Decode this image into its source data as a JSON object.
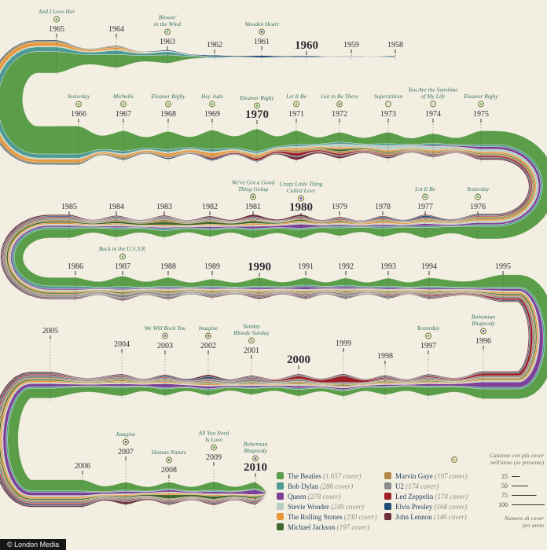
{
  "watermark": "© London Media",
  "colors": {
    "background": "#f3eee2",
    "year_text": "#2e2d33",
    "song_text": "#36755d",
    "legend_name_text": "#1c3d5a",
    "legend_count_text": "#8e8b7e",
    "tick": "#3a382f",
    "annotation_ring": "#707a33"
  },
  "chart_data": {
    "type": "area",
    "variant": "serpentine-streamgraph",
    "title": "",
    "unit": "cover",
    "years_start": 1958,
    "years_end": 2010,
    "row_year_order": [
      [
        1965,
        1964,
        1963,
        1962,
        1961,
        1960,
        1959,
        1958
      ],
      [
        1966,
        1967,
        1968,
        1969,
        1970,
        1971,
        1972,
        1973,
        1974,
        1975
      ],
      [
        1985,
        1984,
        1983,
        1982,
        1981,
        1980,
        1979,
        1978,
        1977,
        1976
      ],
      [
        1986,
        1987,
        1988,
        1989,
        1990,
        1991,
        1992,
        1993,
        1994,
        1995
      ],
      [
        2005,
        2004,
        2003,
        2002,
        2001,
        2000,
        1999,
        1998,
        1997,
        1996
      ],
      [
        2006,
        2007,
        2008,
        2009,
        2010
      ]
    ],
    "series": [
      {
        "name": "The Beatles",
        "color": "#5b9e49",
        "count_label": "(1.657 cover)",
        "values": [
          0,
          0,
          0,
          0,
          0,
          25,
          40,
          65,
          85,
          62,
          55,
          58,
          68,
          42,
          30,
          35,
          30,
          42,
          38,
          32,
          26,
          24,
          26,
          24,
          20,
          20,
          24,
          28,
          26,
          32,
          26,
          22,
          26,
          22,
          22,
          24,
          26,
          38,
          30,
          26,
          22,
          16,
          20,
          18,
          16,
          20,
          26,
          30,
          34,
          24,
          20,
          26,
          20
        ]
      },
      {
        "name": "Bob Dylan",
        "color": "#4d9b94",
        "count_label": "(286 cover)",
        "values": [
          0,
          0,
          0,
          0,
          4,
          10,
          12,
          14,
          12,
          8,
          8,
          8,
          6,
          6,
          6,
          6,
          6,
          6,
          5,
          5,
          5,
          5,
          5,
          5,
          5,
          6,
          5,
          5,
          8,
          6,
          5,
          5,
          5,
          5,
          5,
          5,
          5,
          5,
          5,
          4,
          4,
          4,
          4,
          4,
          4,
          4,
          4,
          5,
          4,
          4,
          4,
          4,
          4
        ]
      },
      {
        "name": "Queen",
        "color": "#7d3f97",
        "count_label": "(278 cover)",
        "values": [
          0,
          0,
          0,
          0,
          0,
          0,
          0,
          0,
          0,
          0,
          0,
          0,
          0,
          0,
          0,
          0,
          3,
          8,
          6,
          7,
          6,
          5,
          12,
          7,
          5,
          4,
          5,
          5,
          4,
          4,
          4,
          4,
          5,
          8,
          6,
          5,
          5,
          6,
          16,
          7,
          5,
          5,
          7,
          5,
          8,
          12,
          7,
          9,
          10,
          7,
          6,
          7,
          14
        ]
      },
      {
        "name": "Stevie Wonder",
        "color": "#b9cec4",
        "count_label": "(249 cover)",
        "values": [
          0,
          0,
          0,
          0,
          0,
          2,
          3,
          3,
          4,
          4,
          4,
          4,
          5,
          6,
          10,
          14,
          12,
          8,
          6,
          5,
          5,
          4,
          5,
          4,
          4,
          4,
          4,
          4,
          4,
          4,
          4,
          3,
          4,
          4,
          4,
          4,
          3,
          4,
          4,
          3,
          3,
          3,
          4,
          3,
          3,
          3,
          4,
          4,
          4,
          3,
          3,
          3,
          3
        ]
      },
      {
        "name": "The Rolling Stones",
        "color": "#e8973a",
        "count_label": "(230 cover)",
        "values": [
          0,
          0,
          0,
          0,
          0,
          0,
          6,
          10,
          8,
          6,
          8,
          9,
          6,
          6,
          6,
          5,
          5,
          5,
          5,
          5,
          6,
          4,
          5,
          5,
          4,
          4,
          4,
          4,
          4,
          4,
          4,
          4,
          4,
          4,
          4,
          4,
          4,
          5,
          4,
          4,
          4,
          3,
          4,
          3,
          4,
          4,
          4,
          5,
          5,
          4,
          6,
          4,
          4
        ]
      },
      {
        "name": "Michael Jackson",
        "color": "#41682f",
        "count_label": "(197 cover)",
        "values": [
          0,
          0,
          0,
          0,
          0,
          0,
          0,
          0,
          0,
          0,
          0,
          0,
          0,
          0,
          7,
          4,
          3,
          3,
          3,
          3,
          3,
          4,
          5,
          8,
          8,
          10,
          7,
          5,
          4,
          4,
          4,
          3,
          3,
          3,
          3,
          3,
          3,
          4,
          3,
          3,
          3,
          3,
          3,
          3,
          3,
          3,
          3,
          4,
          4,
          4,
          12,
          9,
          6
        ]
      },
      {
        "name": "Marvin Gaye",
        "color": "#b3894a",
        "count_label": "(197 cover)",
        "values": [
          0,
          0,
          0,
          0,
          0,
          0,
          4,
          5,
          5,
          6,
          6,
          5,
          5,
          8,
          6,
          5,
          4,
          4,
          4,
          3,
          3,
          3,
          3,
          3,
          4,
          6,
          4,
          4,
          3,
          3,
          3,
          3,
          3,
          3,
          3,
          3,
          3,
          4,
          3,
          3,
          3,
          3,
          3,
          3,
          4,
          3,
          4,
          4,
          4,
          3,
          3,
          3,
          3
        ]
      },
      {
        "name": "U2",
        "color": "#8b8b8b",
        "count_label": "(174 cover)",
        "values": [
          0,
          0,
          0,
          0,
          0,
          0,
          0,
          0,
          0,
          0,
          0,
          0,
          0,
          0,
          0,
          0,
          0,
          0,
          0,
          0,
          0,
          0,
          0,
          3,
          4,
          5,
          5,
          6,
          5,
          10,
          8,
          5,
          5,
          6,
          8,
          5,
          5,
          5,
          5,
          6,
          5,
          5,
          7,
          10,
          6,
          5,
          6,
          8,
          6,
          5,
          5,
          5,
          5
        ]
      },
      {
        "name": "Led Zeppelin",
        "color": "#9e1f28",
        "count_label": "(174 cover)",
        "values": [
          0,
          0,
          0,
          0,
          0,
          0,
          0,
          0,
          0,
          0,
          0,
          5,
          7,
          10,
          6,
          4,
          3,
          5,
          3,
          3,
          3,
          3,
          3,
          3,
          2,
          2,
          2,
          3,
          2,
          2,
          2,
          2,
          3,
          3,
          2,
          3,
          4,
          6,
          8,
          4,
          4,
          20,
          9,
          3,
          3,
          3,
          3,
          4,
          4,
          3,
          3,
          3,
          3
        ]
      },
      {
        "name": "Elvis Presley",
        "color": "#1e4d75",
        "count_label": "(168 cover)",
        "values": [
          3,
          2,
          4,
          6,
          4,
          3,
          2,
          3,
          3,
          3,
          4,
          4,
          3,
          3,
          3,
          3,
          3,
          3,
          3,
          6,
          4,
          3,
          3,
          3,
          3,
          3,
          3,
          3,
          3,
          3,
          3,
          3,
          3,
          3,
          3,
          3,
          3,
          3,
          3,
          3,
          3,
          3,
          3,
          3,
          6,
          4,
          3,
          3,
          4,
          3,
          3,
          3,
          3
        ]
      },
      {
        "name": "John Lennon",
        "color": "#6d2f38",
        "count_label": "(146 cover)",
        "values": [
          0,
          0,
          0,
          0,
          0,
          0,
          0,
          0,
          0,
          0,
          0,
          0,
          0,
          9,
          6,
          4,
          3,
          4,
          3,
          3,
          3,
          3,
          6,
          7,
          4,
          3,
          3,
          4,
          3,
          3,
          3,
          3,
          4,
          3,
          3,
          3,
          3,
          3,
          3,
          3,
          3,
          3,
          3,
          3,
          6,
          3,
          3,
          4,
          4,
          8,
          4,
          4,
          4
        ]
      }
    ],
    "annotations": [
      {
        "year": 1965,
        "song": "And I Love Her",
        "artist": "The Beatles"
      },
      {
        "year": 1963,
        "song": "Blowin'\nin the Wind",
        "artist": "Bob Dylan"
      },
      {
        "year": 1961,
        "song": "Wooden Heart",
        "artist": "Elvis Presley"
      },
      {
        "year": 1966,
        "song": "Yesterday",
        "artist": "The Beatles"
      },
      {
        "year": 1967,
        "song": "Michelle",
        "artist": "The Beatles"
      },
      {
        "year": 1968,
        "song": "Eleanor Rigby",
        "artist": "The Beatles"
      },
      {
        "year": 1969,
        "song": "Hey Jude",
        "artist": "The Beatles"
      },
      {
        "year": 1970,
        "song": "Eleanor Rigby",
        "artist": "The Beatles"
      },
      {
        "year": 1971,
        "song": "Let It Be",
        "artist": "The Beatles"
      },
      {
        "year": 1972,
        "song": "Got to Be There",
        "artist": "Michael Jackson"
      },
      {
        "year": 1973,
        "song": "Superstition",
        "artist": "Stevie Wonder"
      },
      {
        "year": 1974,
        "song": "You Are the Sunshine\nof My Life",
        "artist": "Stevie Wonder"
      },
      {
        "year": 1975,
        "song": "Eleanor Rigby",
        "artist": "The Beatles"
      },
      {
        "year": 1976,
        "song": "Yesterday",
        "artist": "The Beatles"
      },
      {
        "year": 1977,
        "song": "Let It Be",
        "artist": "The Beatles"
      },
      {
        "year": 1980,
        "song": "Crazy Little Thing\nCalled Love",
        "artist": "Queen"
      },
      {
        "year": 1981,
        "song": "We've Got a Good\nThing Going",
        "artist": "Michael Jackson"
      },
      {
        "year": 1987,
        "song": "Back in the U.S.S.R.",
        "artist": "The Beatles"
      },
      {
        "year": 1996,
        "song": "Bohemian\nRhapsody",
        "artist": "Queen"
      },
      {
        "year": 1997,
        "song": "Yesterday",
        "artist": "The Beatles"
      },
      {
        "year": 2001,
        "song": "Sunday\nBloody Sunday",
        "artist": "U2"
      },
      {
        "year": 2002,
        "song": "Imagine",
        "artist": "John Lennon"
      },
      {
        "year": 2003,
        "song": "We Will Rock You",
        "artist": "Queen"
      },
      {
        "year": 2007,
        "song": "Imagine",
        "artist": "John Lennon"
      },
      {
        "year": 2008,
        "song": "Human Nature",
        "artist": "Michael Jackson"
      },
      {
        "year": 2009,
        "song": "All You Need\nIs Love",
        "artist": "The Beatles"
      },
      {
        "year": 2010,
        "song": "Bohemian\nRhapsody",
        "artist": "Queen"
      }
    ],
    "scale_legend": {
      "title": "Canzone con più cover\nnell'anno (se presente)",
      "ticks": [
        25,
        50,
        75,
        100
      ],
      "caption": "Numero di cover\nper anno"
    }
  }
}
